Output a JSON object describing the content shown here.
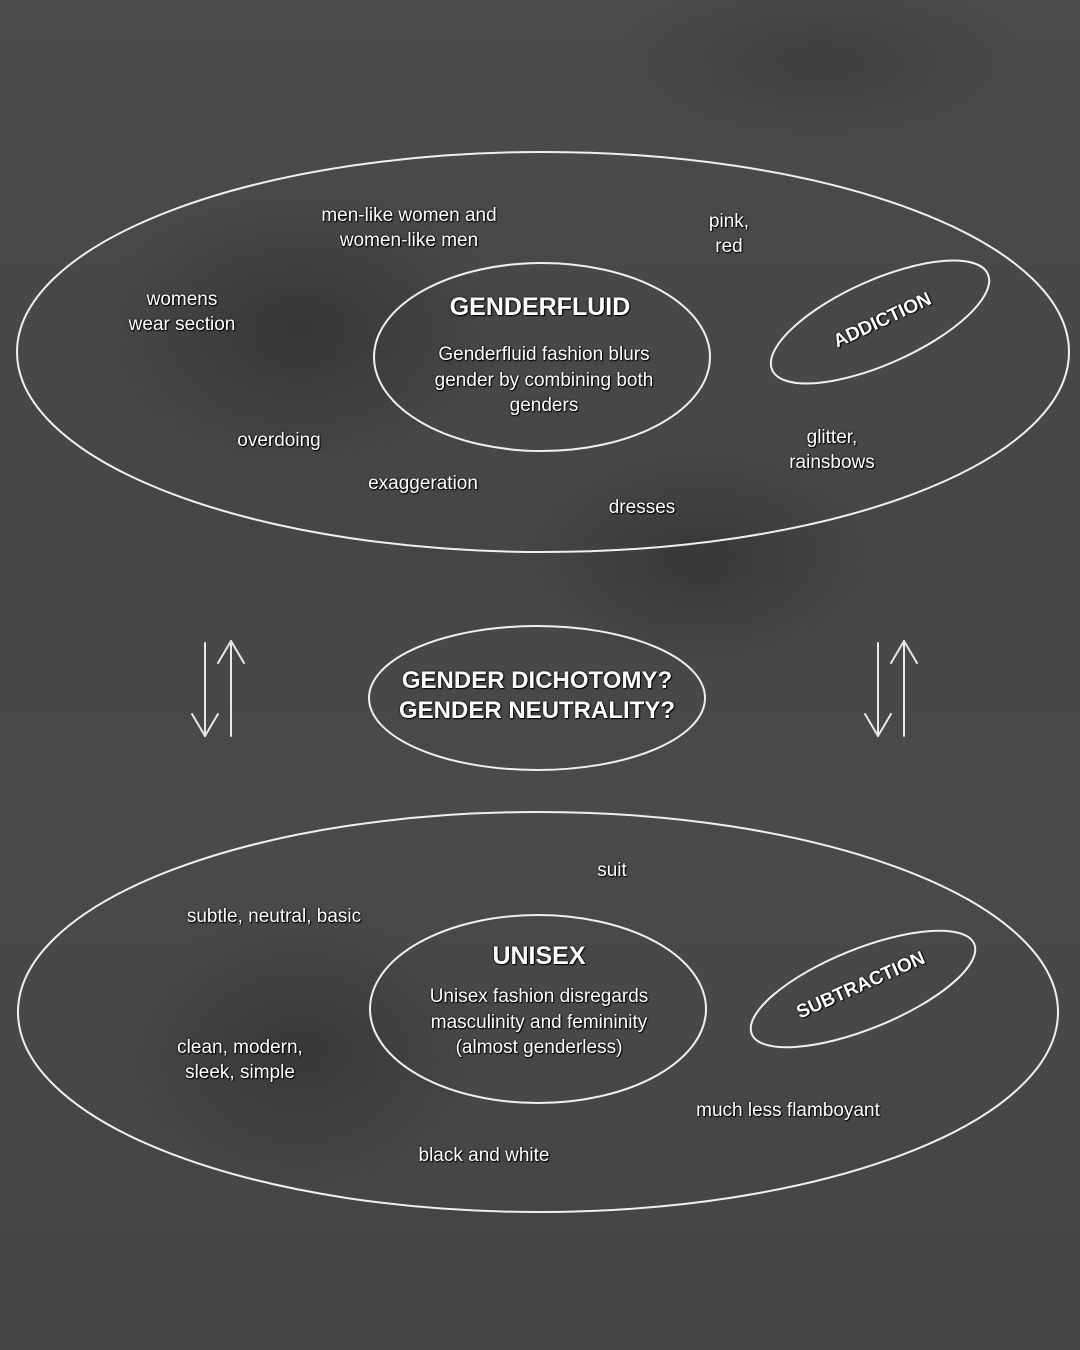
{
  "diagram": {
    "top_group": {
      "title": "GENDERFLUID",
      "description": [
        "Genderfluid fashion blurs",
        "gender by combining both",
        "genders"
      ],
      "tag": "ADDICTION",
      "keywords": [
        {
          "lines": [
            "men-like women and",
            "women-like men"
          ]
        },
        {
          "lines": [
            "pink,",
            "red"
          ]
        },
        {
          "lines": [
            "womens",
            "wear section"
          ]
        },
        {
          "lines": [
            "overdoing"
          ]
        },
        {
          "lines": [
            "exaggeration"
          ]
        },
        {
          "lines": [
            "dresses"
          ]
        },
        {
          "lines": [
            "glitter,",
            "rainsbows"
          ]
        }
      ]
    },
    "center": {
      "lines": [
        "GENDER DICHOTOMY?",
        "GENDER NEUTRALITY?"
      ],
      "arrows": [
        "down-up-arrows-left",
        "down-up-arrows-right"
      ]
    },
    "bottom_group": {
      "title": "UNISEX",
      "description": [
        "Unisex fashion disregards",
        "masculinity and femininity",
        "(almost genderless)"
      ],
      "tag": "SUBTRACTION",
      "keywords": [
        {
          "lines": [
            "suit"
          ]
        },
        {
          "lines": [
            "subtle, neutral, basic"
          ]
        },
        {
          "lines": [
            "clean, modern,",
            "sleek, simple"
          ]
        },
        {
          "lines": [
            "much less flamboyant"
          ]
        },
        {
          "lines": [
            "black and white"
          ]
        }
      ]
    },
    "colors": {
      "background": "#4a4a4a",
      "stroke": "#f0f0f0",
      "text": "#ffffff"
    }
  }
}
